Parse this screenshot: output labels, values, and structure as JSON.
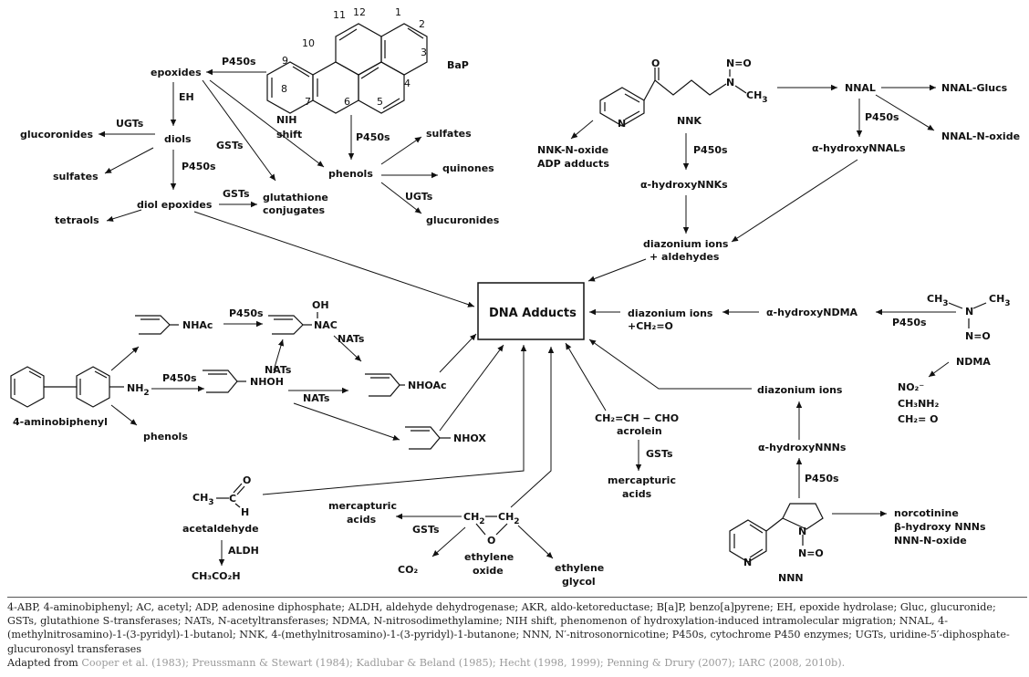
{
  "labels": {
    "bap": "BaP",
    "p450s": "P450s",
    "epoxides": "epoxides",
    "eh": "EH",
    "ugts": "UGTs",
    "gsts": "GSTs",
    "glucoronides": "glucoronides",
    "diols": "diols",
    "sulfates": "sulfates",
    "diol_epoxides": "diol epoxides",
    "glutathione": "glutathione",
    "conjugates": "conjugates",
    "tetraols": "tetraols",
    "nih": "NIH",
    "shift": "shift",
    "phenols": "phenols",
    "quinones": "quinones",
    "glucuronides": "glucuronides",
    "nnk": "NNK",
    "nnk_n_oxide": "NNK-N-oxide",
    "adp_adducts": "ADP adducts",
    "alpha_hydroxy_nnks": "α-hydroxyNNKs",
    "nnal": "NNAL",
    "nnal_glucs": "NNAL-Glucs",
    "nnal_n_oxide": "NNAL-N-oxide",
    "alpha_hydroxy_nnals": "α-hydroxyNNALs",
    "diazonium_ions": "diazonium ions",
    "plus_aldehydes": "+ aldehydes",
    "dna_adducts": "DNA Adducts",
    "plus_ch2o": "+CH₂=O",
    "alpha_hydroxy_ndma": "α-hydroxyNDMA",
    "ndma": "NDMA",
    "nhac": "NHAc",
    "nac": "NAC",
    "oh": "OH",
    "nats": "NATs",
    "nh2": "NH",
    "nhoh": "NHOH",
    "nhoac": "NHOAc",
    "nhox": "NHOX",
    "four_abp": "4-aminobiphenyl",
    "acrolein_formula": "CH₂=CH − CHO",
    "acrolein": "acrolein",
    "mercapturic": "mercapturic",
    "acids": "acids",
    "acetaldehyde": "acetaldehyde",
    "aldh": "ALDH",
    "ch3co2h": "CH₃CO₂H",
    "co2": "CO₂",
    "ethylene": "ethylene",
    "oxide": "oxide",
    "glycol": "glycol",
    "alpha_hydroxy_nnns": "α-hydroxyNNNs",
    "nnn": "NNN",
    "norcotinine": "norcotinine",
    "beta_hydroxy": "β-hydroxy NNNs",
    "nnn_n_oxide": "NNN-N-oxide",
    "no2": "NO₂⁻",
    "ch3nh2": "CH₃NH₂",
    "ch2o": "CH₂= O",
    "n_eq_o": "N=O",
    "ch3": "CH",
    "o": "O",
    "n": "N"
  },
  "caption": {
    "text": "4-ABP, 4-aminobiphenyl; AC, acetyl; ADP, adenosine diphosphate; ALDH, aldehyde dehydrogenase; AKR, aldo-ketoreductase; B[a]P, benzo[a]pyrene; EH, epoxide hydrolase; Gluc, glucuronide; GSTs, glutathione S-transferases; NATs, N-acetyltransferases; NDMA, N-nitrosodimethylamine; NIH shift, phenomenon of hydroxylation-induced intramolecular migration; NNAL, 4-(methylnitrosamino)-1-(3-pyridyl)-1-butanol; NNK, 4-(methylnitrosamino)-1-(3-pyridyl)-1-butanone; NNN, N′-nitrosonornicotine; P450s, cytochrome P450 enzymes; UGTs, uridine-5′-diphosphate-glucuronosyl transferases",
    "adapted_prefix": "Adapted from",
    "references": "Cooper et al. (1983); Preussmann & Stewart (1984); Kadlubar & Beland (1985); Hecht (1998, 1999); Penning & Drury (2007); IARC (2008, 2010b)."
  }
}
